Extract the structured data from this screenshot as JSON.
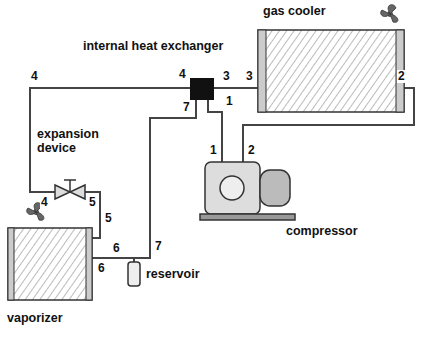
{
  "diagram": {
    "labels": [
      "gas cooler",
      "internal heat exchanger",
      "4",
      "4",
      "3",
      "3",
      "2",
      "7",
      "1",
      "expansion device",
      "1",
      "2",
      "4",
      "5",
      "compressor",
      "5",
      "6",
      "6",
      "7",
      "reservoir",
      "vaporizer"
    ]
  }
}
